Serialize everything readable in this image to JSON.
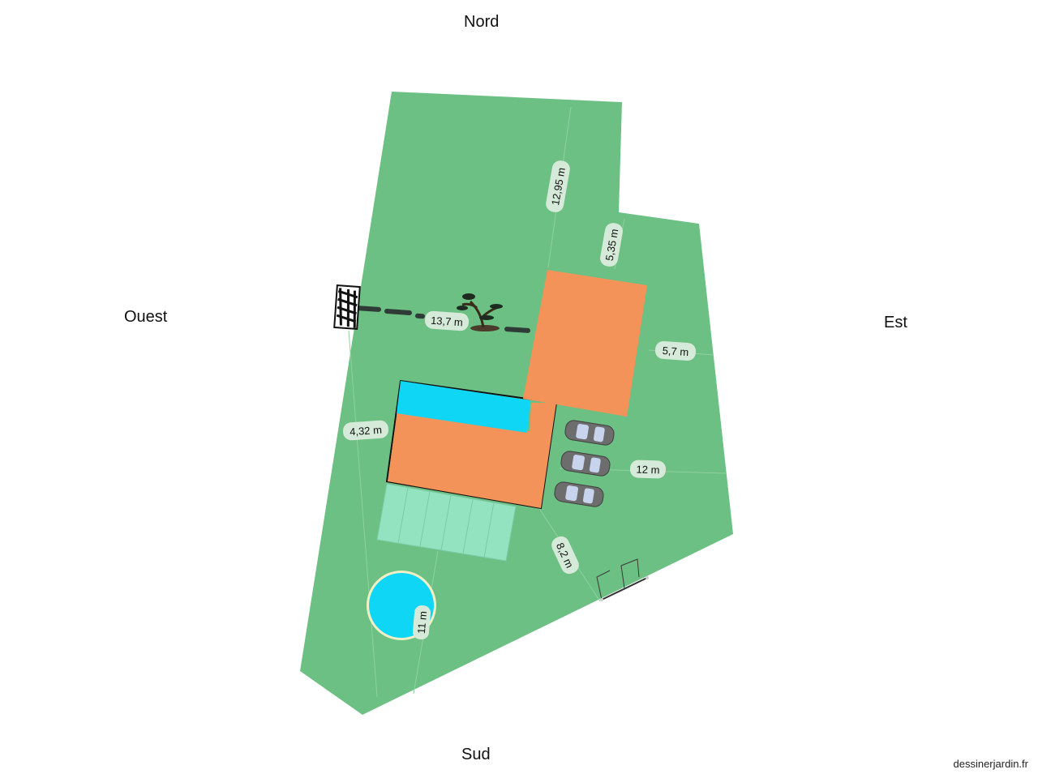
{
  "compass": {
    "north": "Nord",
    "south": "Sud",
    "east": "Est",
    "west": "Ouest"
  },
  "watermark": "dessinerjardin.fr",
  "colors": {
    "lawn": "#6cc083",
    "building": "#f39359",
    "pool": "#10d6f5",
    "terrace": "#94e3c0",
    "label_bg": "#d6ead9",
    "car": "#6d6d6d"
  },
  "dimensions": {
    "north_east": "12,95 m",
    "east_notch": "5,35 m",
    "hedge_line": "13,7 m",
    "east_side": "5,7 m",
    "west_side": "4,32 m",
    "parking": "12 m",
    "south_east": "8,2 m",
    "pool": "11 m"
  },
  "icons": [
    "tree-icon",
    "car-icon",
    "gate-icon",
    "hedge-icon"
  ]
}
